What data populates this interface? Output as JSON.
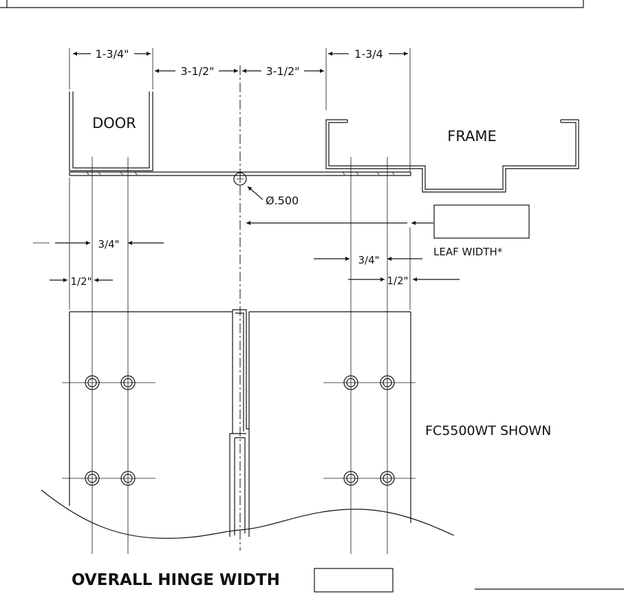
{
  "dimensions": {
    "door_width": "1-3/4\"",
    "center_left": "3-1/2\"",
    "center_right": "3-1/2\"",
    "frame_width": "1-3/4",
    "pin_diameter": "Ø.500",
    "door_screw_spacing": "3/4\"",
    "door_screw_edge": "1/2\"",
    "frame_screw_spacing": "3/4\"",
    "frame_screw_edge": "1/2\""
  },
  "labels": {
    "door": "DOOR",
    "frame": "FRAME",
    "leaf_width": "LEAF WIDTH*",
    "model_shown": "FC5500WT SHOWN",
    "overall_width": "OVERALL HINGE WIDTH"
  },
  "inputs": {
    "leaf_width_value": "",
    "overall_width_value": ""
  }
}
